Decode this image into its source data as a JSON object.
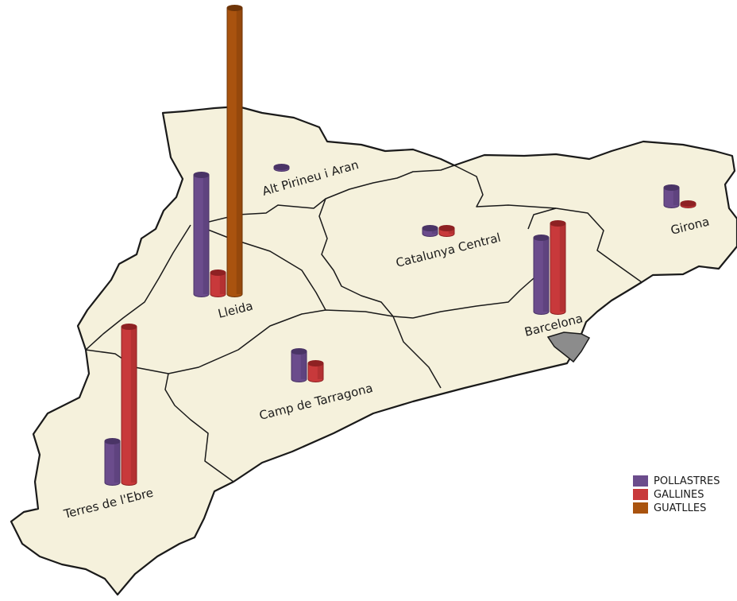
{
  "legend": [
    {
      "label": "POLLASTRES",
      "color": "#6b4c8c"
    },
    {
      "label": "GALLINES",
      "color": "#c8393b"
    },
    {
      "label": "GUATLLES",
      "color": "#a9530f"
    }
  ],
  "colors": {
    "land": "#f5f1dc",
    "border": "#1a1a1a",
    "barcelones": "#8c8c8c",
    "pollastres_dark": "#4a3466",
    "gallines_dark": "#8e2123",
    "guatlles_dark": "#6f3508"
  },
  "regions": [
    {
      "id": "alt-pirineu",
      "label": "Alt Pirineu i Aran",
      "pollastres": 1,
      "gallines": 0,
      "guatlles": 0
    },
    {
      "id": "lleida",
      "label": "Lleida",
      "pollastres": 150,
      "gallines": 27,
      "guatlles": 360
    },
    {
      "id": "catalunya-central",
      "label": "Catalunya Central",
      "pollastres": 7,
      "gallines": 7,
      "guatlles": 0
    },
    {
      "id": "girona",
      "label": "Girona",
      "pollastres": 22,
      "gallines": 1,
      "guatlles": 0
    },
    {
      "id": "barcelona",
      "label": "Barcelona",
      "pollastres": 93,
      "gallines": 111,
      "guatlles": 0
    },
    {
      "id": "camp-tarragona",
      "label": "Camp de Tarragona",
      "pollastres": 35,
      "gallines": 20,
      "guatlles": 0
    },
    {
      "id": "terres-ebre",
      "label": "Terres de l'Ebre",
      "pollastres": 52,
      "gallines": 196,
      "guatlles": 0
    }
  ]
}
